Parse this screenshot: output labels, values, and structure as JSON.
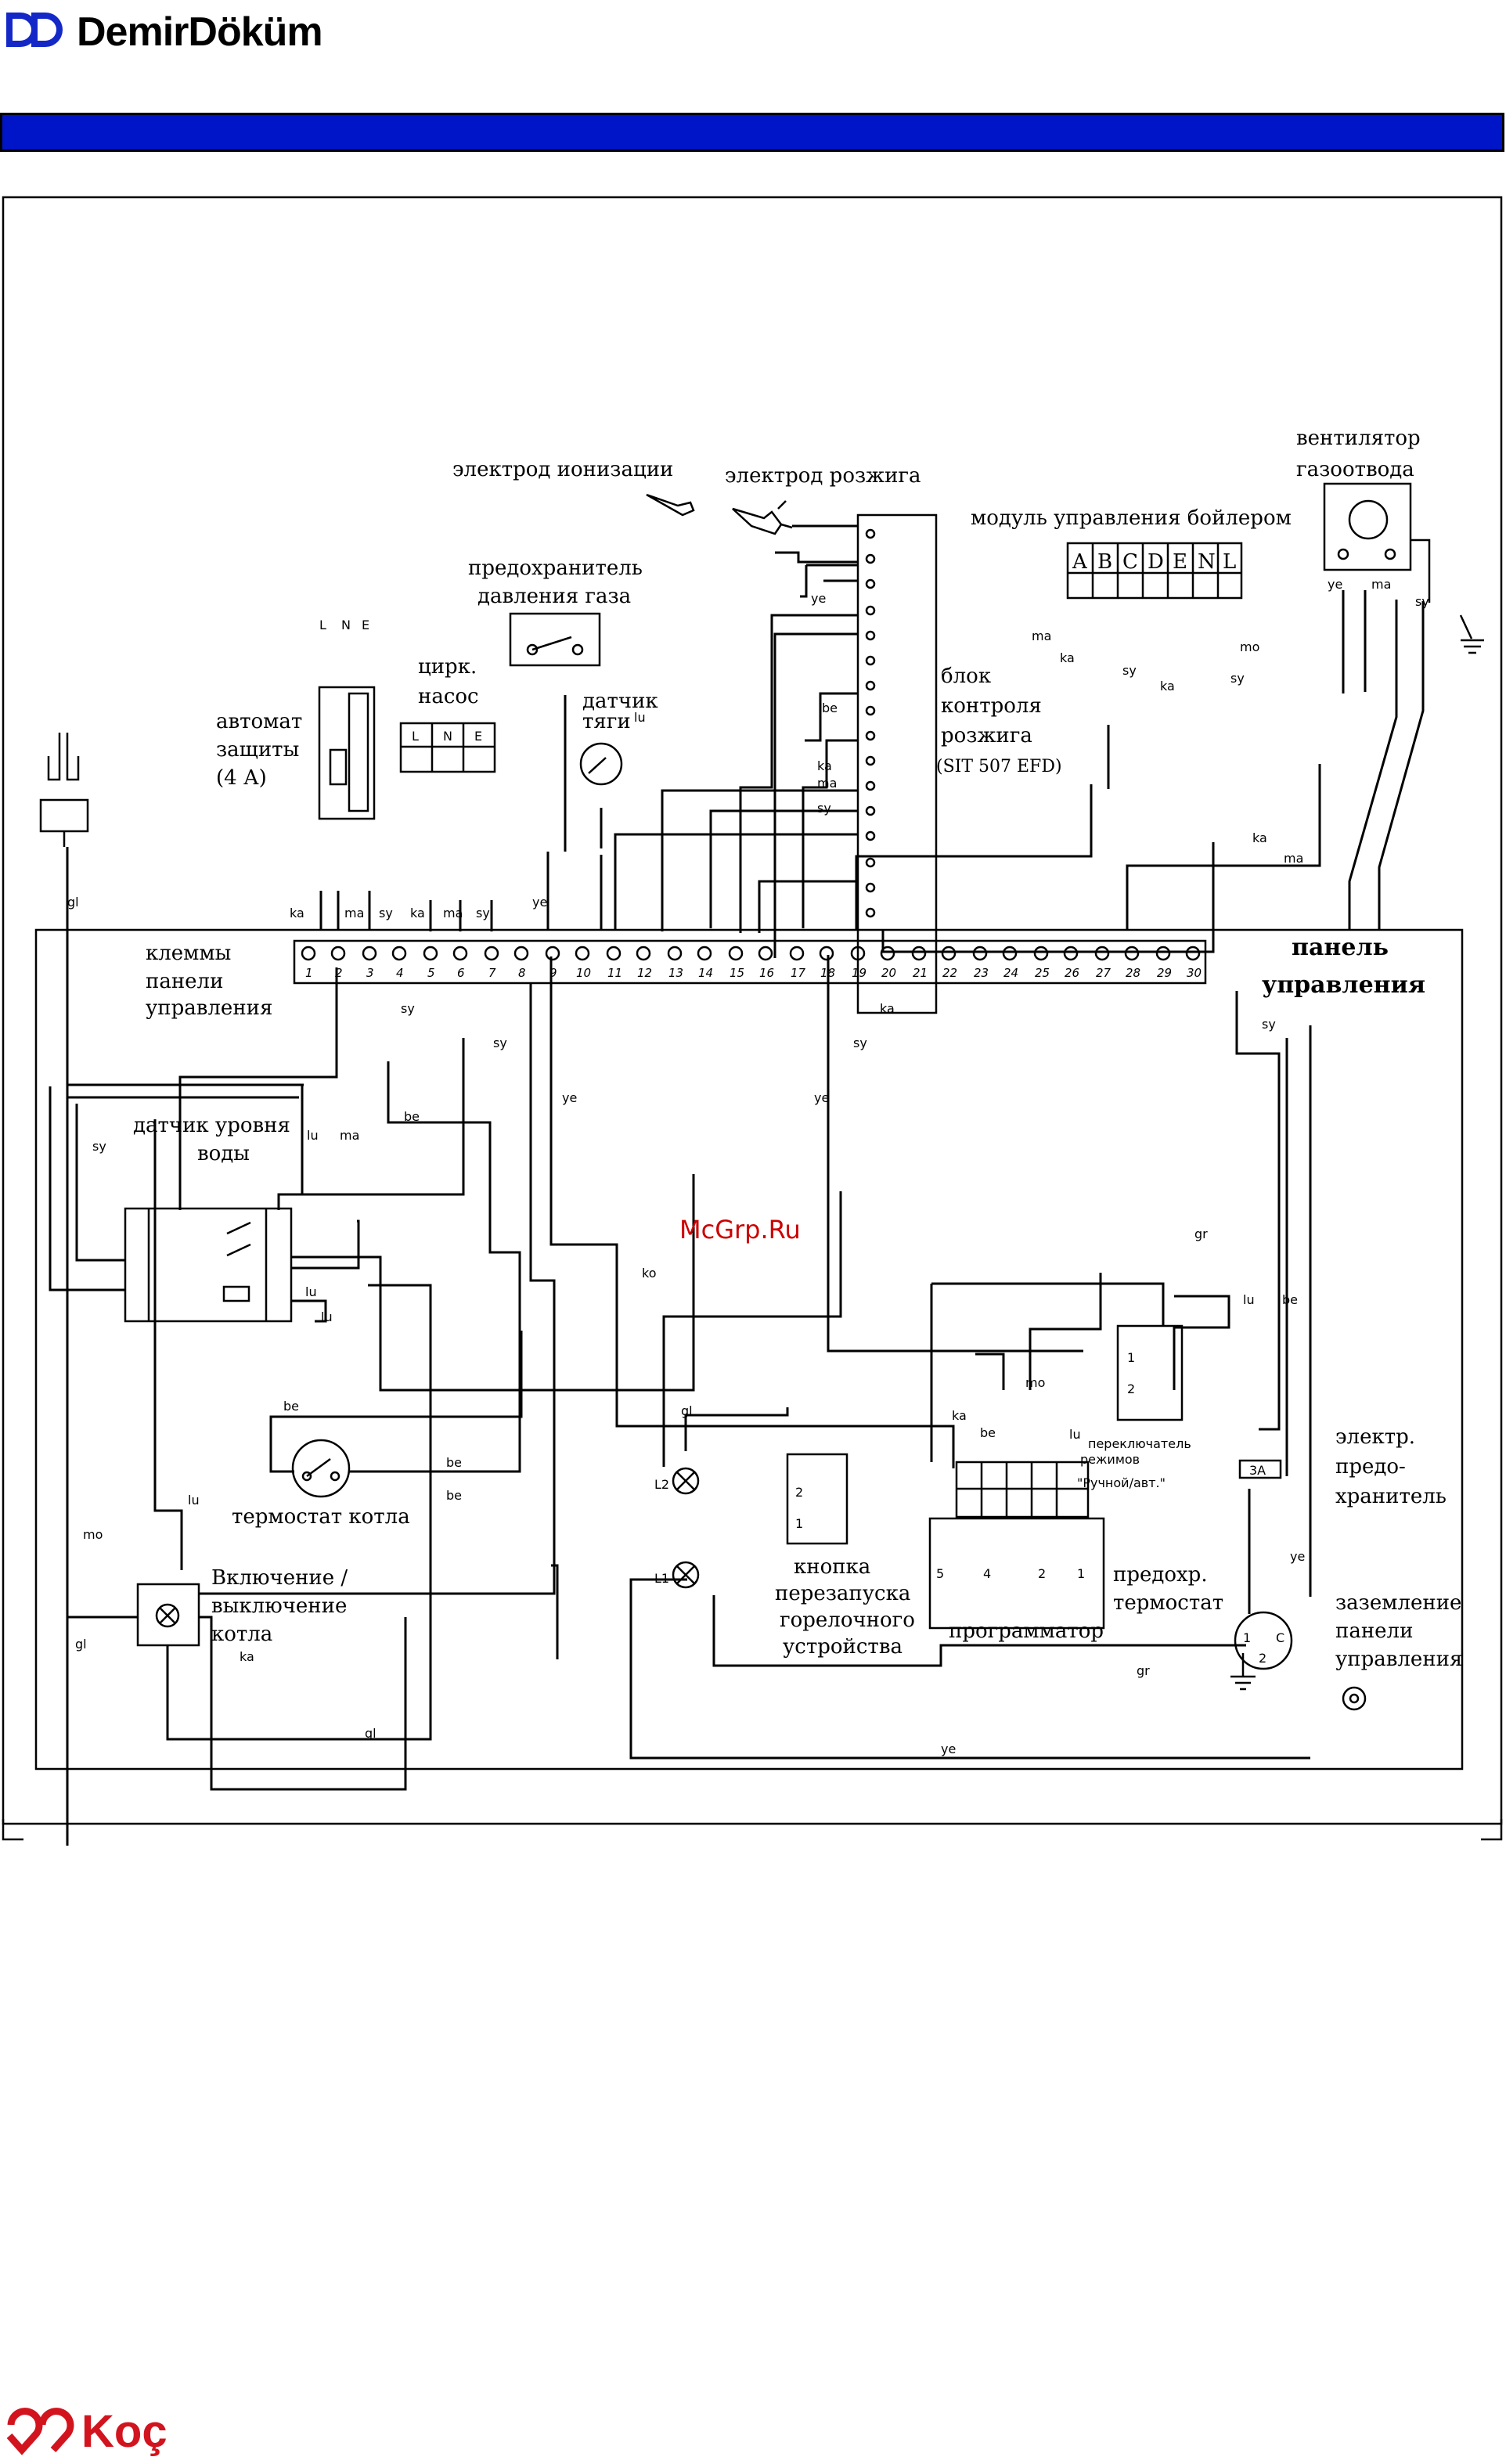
{
  "header": {
    "brand_name": "DemirDöküm",
    "logo_icon": "demirdokum-dd-logo-icon",
    "banner_color": "#0014c8",
    "brand_color": "#1428c8"
  },
  "diagram": {
    "components": {
      "ignition_electrode": "электрод розжига",
      "ionization_electrode": "электрод ионизации",
      "fan_line1": "вентилятор",
      "fan_line2": "газоотвода",
      "boiler_module": "модуль управления бойлером",
      "gas_switch_line1": "предохранитель",
      "gas_switch_line2": "давления газа",
      "pump_line1": "цирк.",
      "pump_line2": "насос",
      "flue_sensor_line1": "датчик",
      "flue_sensor_line2": "тяги",
      "breaker_line1": "автомат",
      "breaker_line2": "защиты",
      "breaker_line3": "(4 А)",
      "ignition_unit_line1": "блок",
      "ignition_unit_line2": "контроля",
      "ignition_unit_line3": "розжига",
      "ignition_unit_line4": "(SIT 507 EFD)",
      "terminals_line1": "клеммы",
      "terminals_line2": "панели",
      "terminals_line3": "управления",
      "panel_line1": "панель",
      "panel_line2": "управления",
      "water_sensor_line1": "датчик уровня",
      "water_sensor_line2": "воды",
      "boiler_thermostat": "термостат котла",
      "power_switch_line1": "Включение /",
      "power_switch_line2": "выключение",
      "power_switch_line3": "котла",
      "reset_line1": "кнопка",
      "reset_line2": "перезапуска",
      "reset_line3": "горелочного",
      "reset_line4": "устройства",
      "programmer": "программатор",
      "mode_switch_line1": "переключатель",
      "mode_switch_line2": "режимов",
      "mode_switch_line3": "\"Ручной/авт.\"",
      "safety_thermo_line1": "предохр.",
      "safety_thermo_line2": "термостат",
      "fuse_line1": "электр.",
      "fuse_line2": "предо-",
      "fuse_line3": "хранитель",
      "ground_line1": "заземление",
      "ground_line2": "панели",
      "ground_line3": "управления"
    },
    "terminal_numbers": [
      "1",
      "2",
      "3",
      "4",
      "5",
      "6",
      "7",
      "8",
      "9",
      "10",
      "11",
      "12",
      "13",
      "14",
      "15",
      "16",
      "17",
      "18",
      "19",
      "20",
      "21",
      "22",
      "23",
      "24",
      "25",
      "26",
      "27",
      "28",
      "29",
      "30"
    ],
    "module_terminals": [
      "A",
      "B",
      "C",
      "D",
      "E",
      "N",
      "L"
    ],
    "supply_terminals": [
      "L",
      "N",
      "E"
    ],
    "wire_codes": {
      "gl": "gl",
      "ma": "ma",
      "ka": "ka",
      "sy": "sy",
      "ye": "ye",
      "be": "be",
      "lu": "lu",
      "gr": "gr",
      "mo": "mo",
      "ko": "ko"
    },
    "misc_marks": {
      "lamp1": "L1",
      "lamp2": "L2",
      "mode_sw_1": "1",
      "mode_sw_2": "2",
      "reset_2": "2",
      "reset_1": "1",
      "fuse_rating": "3A",
      "prog_5": "5",
      "prog_4": "4",
      "prog_2": "2",
      "prog_1": "1",
      "thermo_1": "1",
      "thermo_c": "C",
      "thermo_2": "2"
    },
    "watermark": "McGrp.Ru",
    "watermark_color": "#cc0000"
  },
  "footer": {
    "koc_brand": "Koç",
    "koc_icon": "koc-logo-icon",
    "koc_color": "#d2141e"
  }
}
